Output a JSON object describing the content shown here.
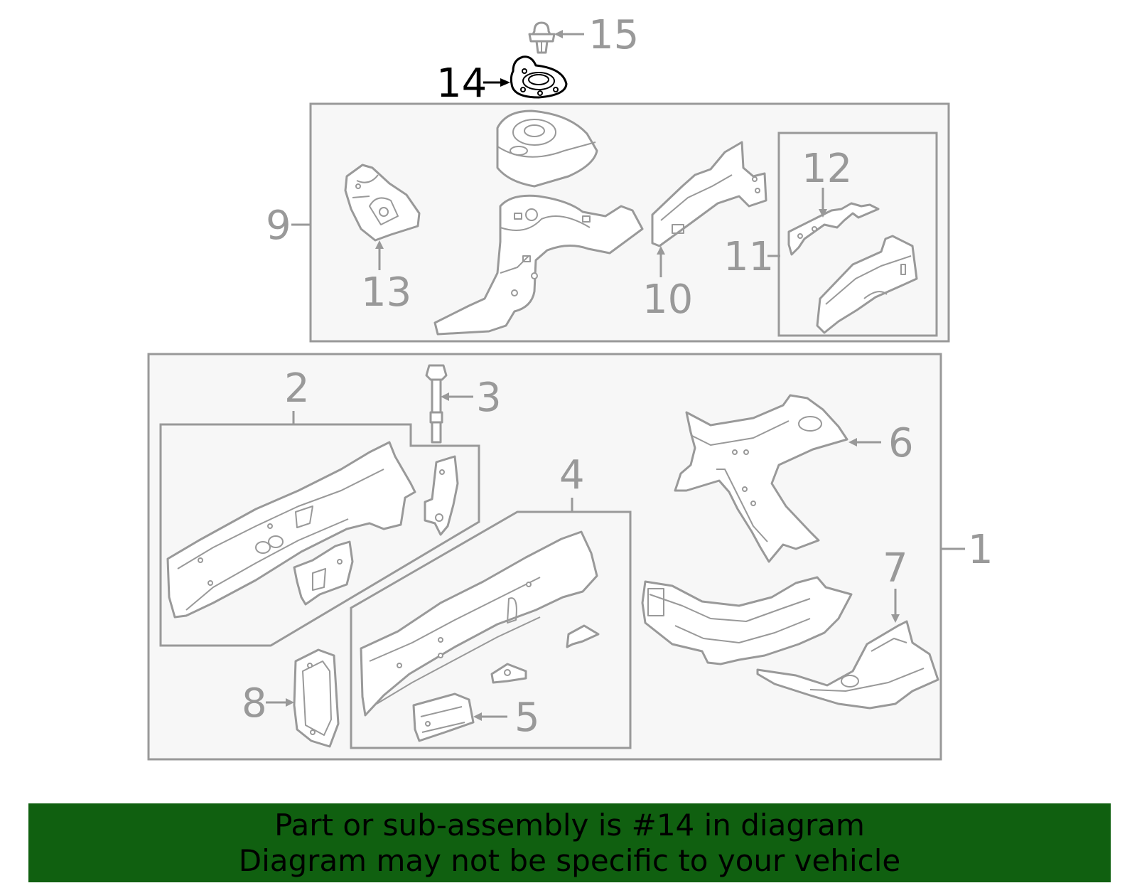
{
  "callouts": {
    "c1": "1",
    "c2": "2",
    "c3": "3",
    "c4": "4",
    "c5": "5",
    "c6": "6",
    "c7": "7",
    "c8": "8",
    "c9": "9",
    "c10": "10",
    "c11": "11",
    "c12": "12",
    "c13": "13",
    "c14": "14",
    "c15": "15"
  },
  "highlighted_part": "14",
  "colors": {
    "banner": "#106010",
    "line": "#999999",
    "highlight": "#000000",
    "box_fill": "#f7f7f7"
  },
  "banner": {
    "line1": "Part or sub-assembly is #14 in diagram",
    "line2": "Diagram may not be specific to your vehicle"
  }
}
